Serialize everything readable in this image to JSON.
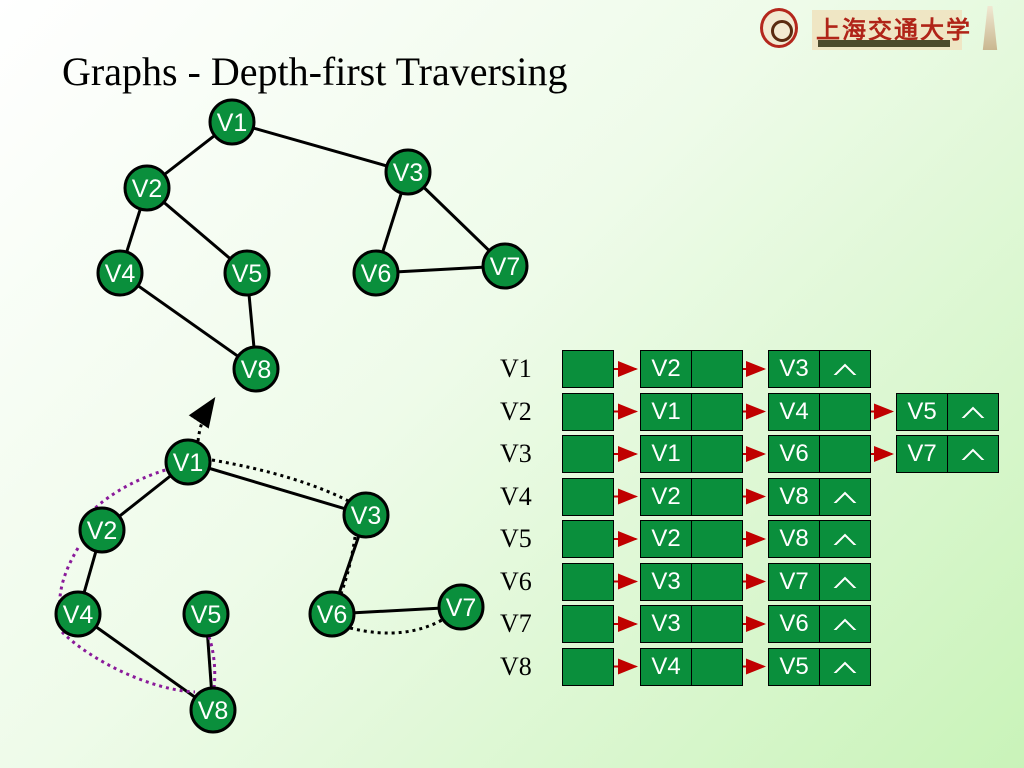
{
  "title": "Graphs - Depth-first Traversing",
  "logo": {
    "name": "上海交通大学"
  },
  "colors": {
    "node_fill": "#0a8f3c",
    "edge": "#000000",
    "traversal_back": "#000000",
    "traversal_dashed": "#8a1a9a",
    "arrow": "#c00000"
  },
  "graph_top": {
    "nodes": [
      "V1",
      "V2",
      "V3",
      "V4",
      "V5",
      "V6",
      "V7",
      "V8"
    ],
    "edges": [
      [
        "V1",
        "V2"
      ],
      [
        "V1",
        "V3"
      ],
      [
        "V2",
        "V4"
      ],
      [
        "V2",
        "V5"
      ],
      [
        "V4",
        "V8"
      ],
      [
        "V5",
        "V8"
      ],
      [
        "V3",
        "V6"
      ],
      [
        "V3",
        "V7"
      ],
      [
        "V6",
        "V7"
      ]
    ]
  },
  "graph_bottom": {
    "nodes": [
      "V1",
      "V2",
      "V3",
      "V4",
      "V5",
      "V6",
      "V7",
      "V8"
    ],
    "edges": [
      [
        "V1",
        "V2"
      ],
      [
        "V1",
        "V3"
      ],
      [
        "V2",
        "V4"
      ],
      [
        "V4",
        "V8"
      ],
      [
        "V5",
        "V8"
      ],
      [
        "V3",
        "V6"
      ],
      [
        "V6",
        "V7"
      ]
    ]
  },
  "adjacency": [
    {
      "vertex": "V1",
      "list": [
        "V2",
        "V3"
      ]
    },
    {
      "vertex": "V2",
      "list": [
        "V1",
        "V4",
        "V5"
      ]
    },
    {
      "vertex": "V3",
      "list": [
        "V1",
        "V6",
        "V7"
      ]
    },
    {
      "vertex": "V4",
      "list": [
        "V2",
        "V8"
      ]
    },
    {
      "vertex": "V5",
      "list": [
        "V2",
        "V8"
      ]
    },
    {
      "vertex": "V6",
      "list": [
        "V3",
        "V7"
      ]
    },
    {
      "vertex": "V7",
      "list": [
        "V3",
        "V6"
      ]
    },
    {
      "vertex": "V8",
      "list": [
        "V4",
        "V5"
      ]
    }
  ],
  "null_symbol": "^"
}
